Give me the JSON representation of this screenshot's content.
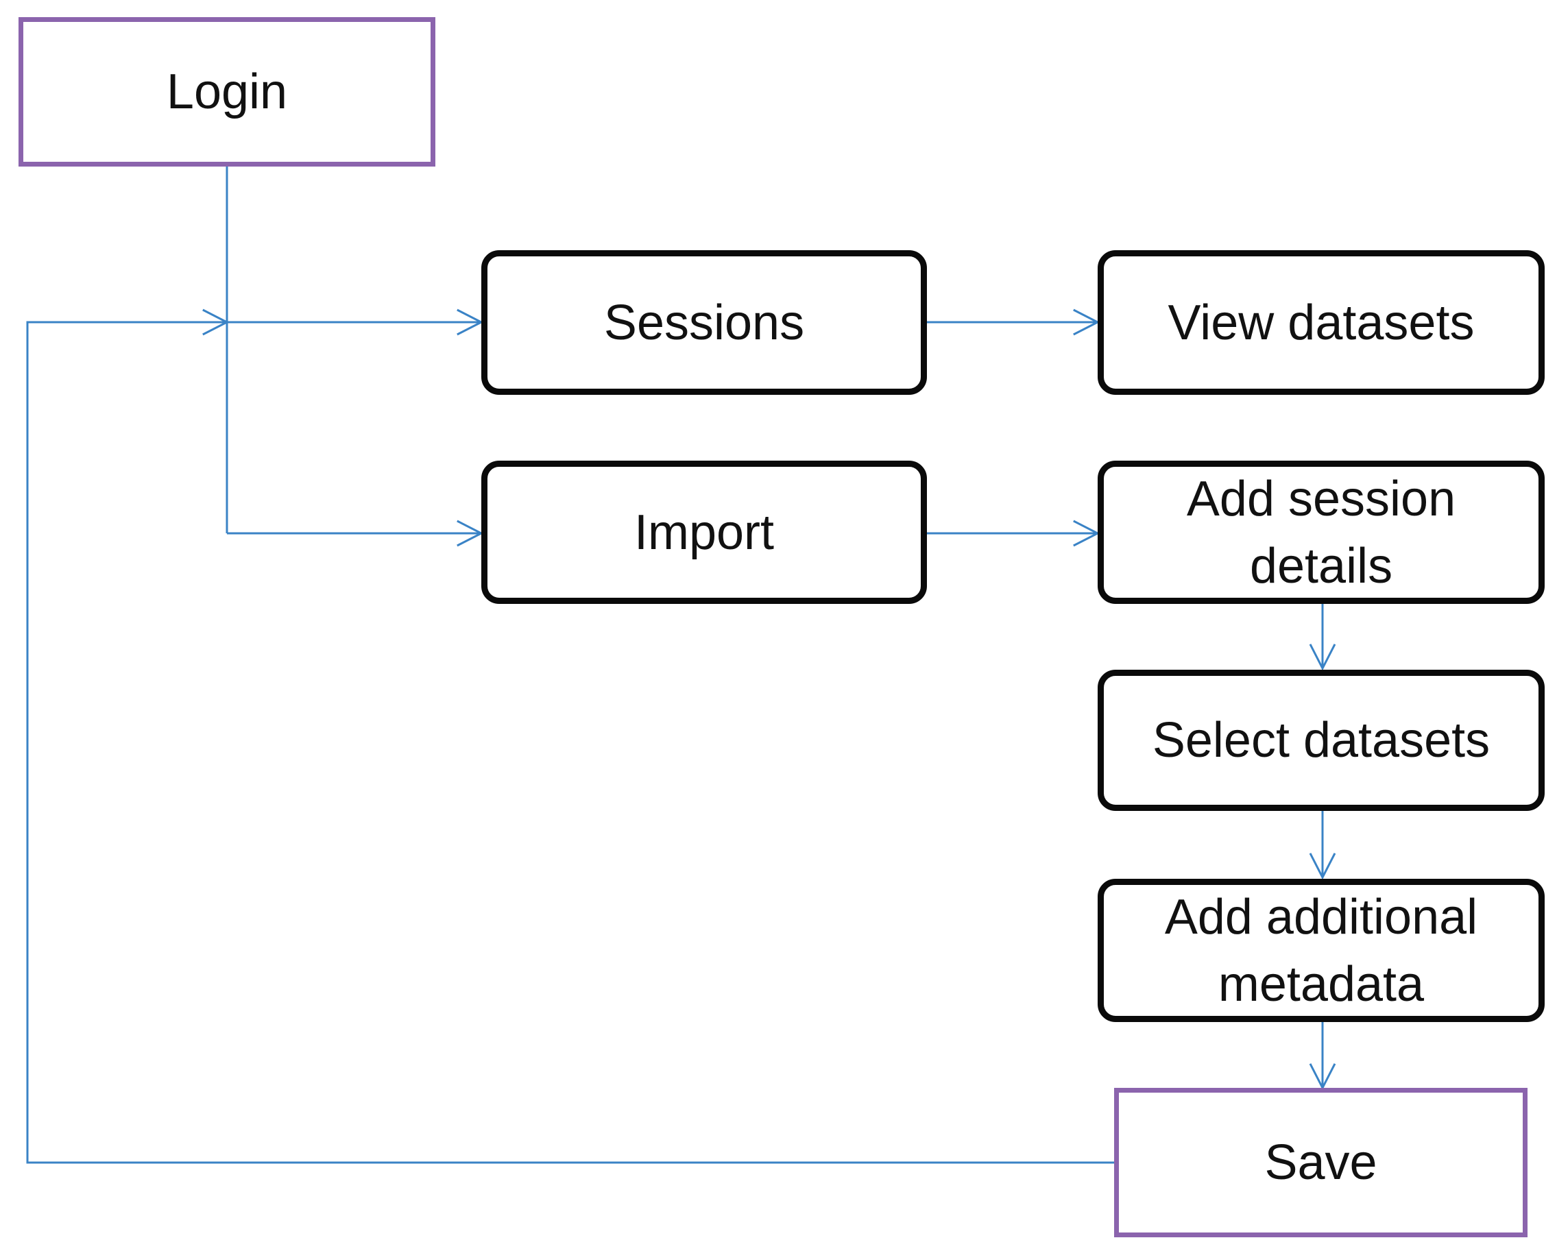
{
  "diagram": {
    "colors": {
      "connector": "#3a83c6",
      "terminal_border": "#8b64ad",
      "process_border": "#0a0a0a"
    },
    "nodes": {
      "login": {
        "label": "Login",
        "kind": "terminal"
      },
      "sessions": {
        "label": "Sessions",
        "kind": "process"
      },
      "import": {
        "label": "Import",
        "kind": "process"
      },
      "view_datasets": {
        "label": "View datasets",
        "kind": "process"
      },
      "add_session_details": {
        "label": "Add session\ndetails",
        "kind": "process"
      },
      "select_datasets": {
        "label": "Select datasets",
        "kind": "process"
      },
      "add_additional_metadata": {
        "label": "Add additional\nmetadata",
        "kind": "process"
      },
      "save": {
        "label": "Save",
        "kind": "terminal"
      }
    },
    "edges": [
      {
        "from": "login",
        "to": "sessions"
      },
      {
        "from": "login",
        "to": "import"
      },
      {
        "from": "sessions",
        "to": "view_datasets"
      },
      {
        "from": "import",
        "to": "add_session_details"
      },
      {
        "from": "add_session_details",
        "to": "select_datasets"
      },
      {
        "from": "select_datasets",
        "to": "add_additional_metadata"
      },
      {
        "from": "add_additional_metadata",
        "to": "save"
      },
      {
        "from": "save",
        "to": "sessions"
      }
    ]
  }
}
